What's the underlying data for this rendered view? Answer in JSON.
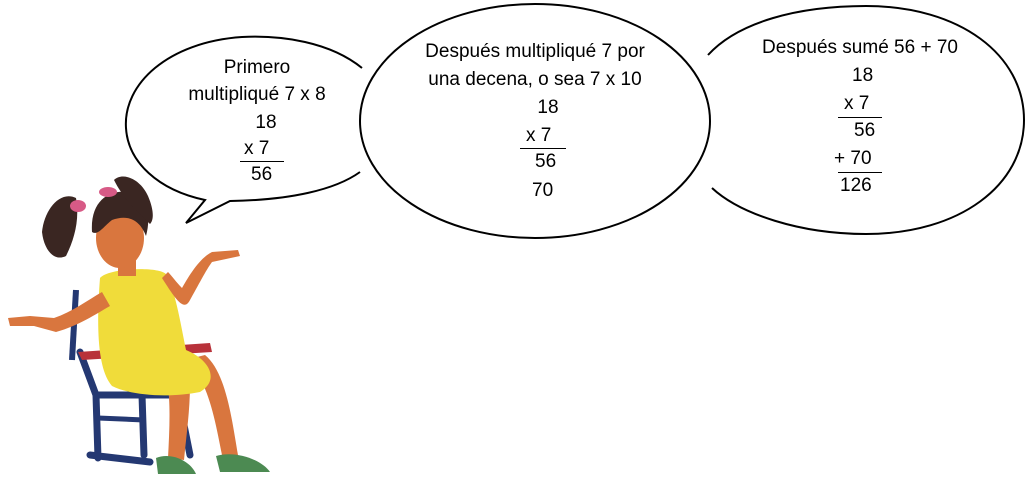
{
  "bubbles": [
    {
      "lines": [
        "Primero",
        "multipliqué 7 x 8",
        "18",
        "x  7",
        "56"
      ]
    },
    {
      "lines": [
        "Después multipliqué 7 por",
        "una decena, o sea 7 x 10",
        "18",
        "x  7",
        "56",
        "70"
      ]
    },
    {
      "lines": [
        "Después sumé 56 + 70",
        "18",
        "x  7",
        "56",
        "+ 70",
        "126"
      ]
    }
  ],
  "illustration": {
    "subject": "girl-sitting-on-chair",
    "colors": {
      "dress": "#f0dc3a",
      "skin": "#d9763e",
      "hair": "#3a2622",
      "chair_seat": "#b8323a",
      "chair_frame": "#243872",
      "bow": "#d75a86"
    }
  }
}
